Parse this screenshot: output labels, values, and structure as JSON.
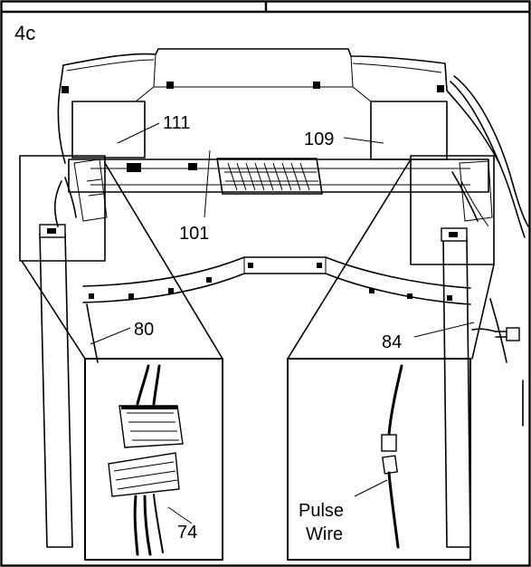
{
  "step_label": "4c",
  "callouts": {
    "c111": "111",
    "c109": "109",
    "c101": "101",
    "c80": "80",
    "c84": "84",
    "c74": "74",
    "pulse_line1": "Pulse",
    "pulse_line2": "Wire"
  }
}
